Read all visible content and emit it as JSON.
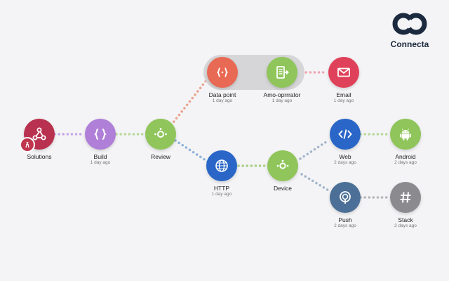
{
  "brand": {
    "name": "Connecta"
  },
  "colors": {
    "purple": "#b07fd8",
    "green": "#8fc55a",
    "red": "#e86a55",
    "crimson": "#e0415a",
    "blue": "#2a66c7",
    "steel": "#4b6f96",
    "grey": "#8a8a8f",
    "maroon": "#b8314f"
  },
  "nodes": {
    "solutions": {
      "label": "Solutions",
      "sub": "",
      "icon": "webhook-icon"
    },
    "build": {
      "label": "Build",
      "sub": "1 day ago",
      "icon": "braces-icon"
    },
    "review": {
      "label": "Review",
      "sub": "",
      "icon": "review-icon"
    },
    "datapoint": {
      "label": "Data point",
      "sub": "1 day ago",
      "icon": "data-braces-icon"
    },
    "amo": {
      "label": "Amo-oprrrator",
      "sub": "1 day ago",
      "icon": "document-arrow-icon"
    },
    "email": {
      "label": "Email",
      "sub": "1 day ago",
      "icon": "envelope-icon"
    },
    "http": {
      "label": "HTTP",
      "sub": "1 day ago",
      "icon": "globe-icon"
    },
    "device": {
      "label": "Device",
      "sub": "",
      "icon": "device-icon"
    },
    "web": {
      "label": "Web",
      "sub": "2 days ago",
      "icon": "code-icon"
    },
    "android": {
      "label": "Android",
      "sub": "2 days ago",
      "icon": "android-icon"
    },
    "push": {
      "label": "Push",
      "sub": "2 days ago",
      "icon": "push-icon"
    },
    "stack": {
      "label": "Stack",
      "sub": "2 days ago",
      "icon": "hash-icon"
    }
  }
}
